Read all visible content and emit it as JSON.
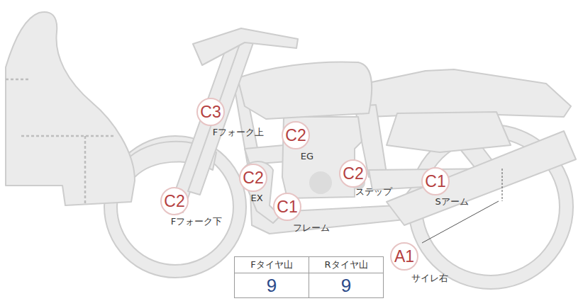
{
  "diagram": {
    "nodes": [
      {
        "text": [
          "C3",
          "Fフォーク上"
        ]
      },
      {
        "text": [
          "C2",
          "EG"
        ]
      },
      {
        "text": [
          "C2",
          "EX"
        ]
      },
      {
        "text": [
          "C2",
          "ステップ"
        ]
      },
      {
        "text": [
          "C1",
          "Sアーム"
        ]
      },
      {
        "text": [
          "C2",
          "Fフォーク下"
        ]
      },
      {
        "text": [
          "C1",
          "フレーム"
        ]
      },
      {
        "text": [
          "A1",
          "サイレ右"
        ]
      }
    ],
    "labels": [
      "Fタイヤ山",
      "Rタイヤ山",
      "9",
      "9"
    ]
  }
}
